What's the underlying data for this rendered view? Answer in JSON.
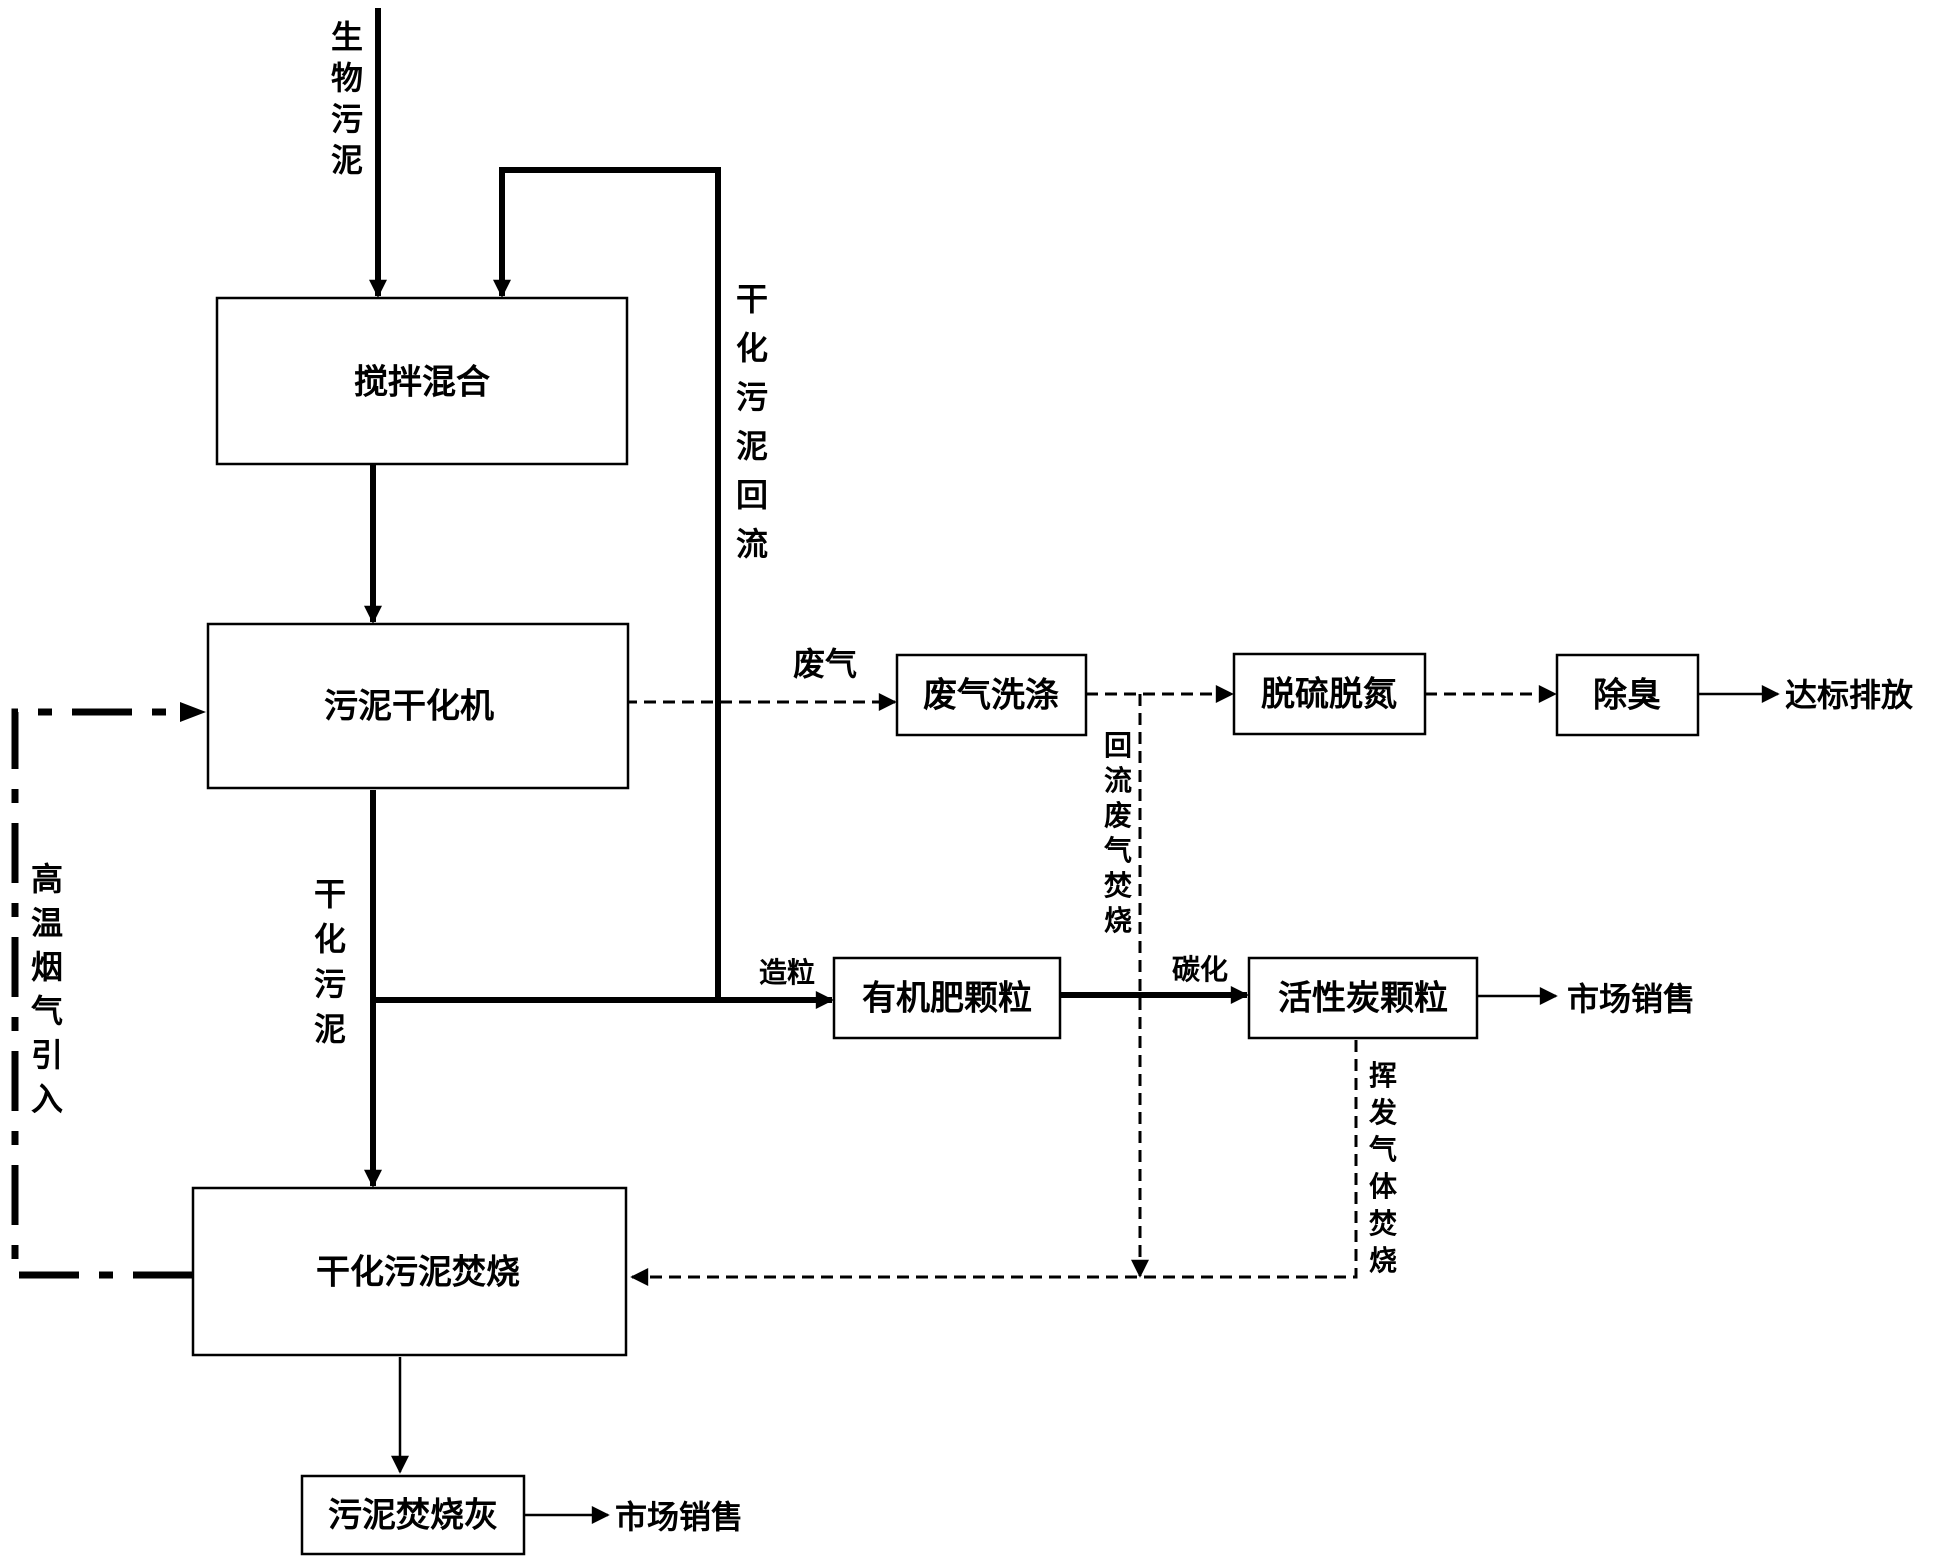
{
  "boxes": {
    "mixing": "搅拌混合",
    "dryer": "污泥干化机",
    "incineration": "干化污泥焚烧",
    "ash": "污泥焚烧灰",
    "scrubbing": "废气洗涤",
    "desulf": "脱硫脱氮",
    "deodor": "除臭",
    "fertilizer": "有机肥颗粒",
    "carbon": "活性炭颗粒"
  },
  "labels": {
    "bio_sludge": "生物污泥",
    "dried_sludge_return": "干化污泥回流",
    "flue_gas_intro": "高温烟气引入",
    "dried_sludge": "干化污泥",
    "exhaust": "废气",
    "granulation": "造粒",
    "carbonization": "碳化",
    "return_gas_burn": "回流废气焚烧",
    "volatile_gas_burn": "挥发气体焚烧",
    "discharge": "达标排放",
    "market_sale_carbon": "市场销售",
    "market_sale_ash": "市场销售"
  }
}
